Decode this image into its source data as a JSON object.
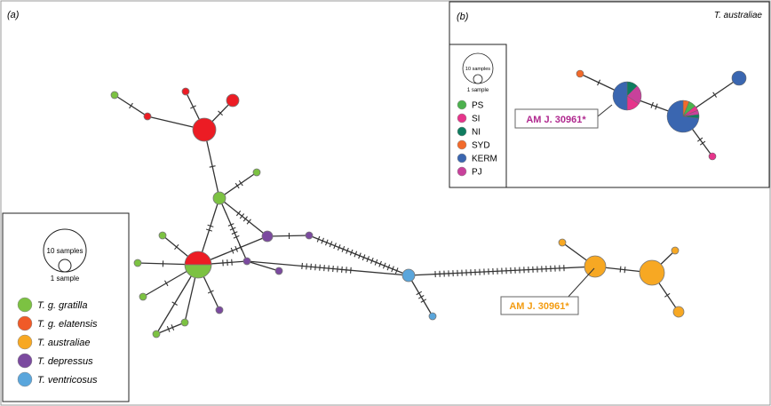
{
  "panel_a": {
    "label": "(a)",
    "scale_large": "10 samples",
    "scale_small": "1 sample",
    "legend": [
      {
        "label": "T. g. gratilla",
        "color": "#7cc242"
      },
      {
        "label": "T. g. elatensis",
        "color": "#f05a28"
      },
      {
        "label": "T. australiae",
        "color": "#f7a823"
      },
      {
        "label": "T. depressus",
        "color": "#7b4a9f"
      },
      {
        "label": "T. ventricosus",
        "color": "#5aa6dc"
      }
    ],
    "callout": "AM J. 30961*"
  },
  "panel_b": {
    "label": "(b)",
    "title": "T. australiae",
    "scale_large": "10 samples",
    "scale_small": "1 sample",
    "legend": [
      {
        "label": "PS",
        "color": "#4cb14e"
      },
      {
        "label": "SI",
        "color": "#e6348b"
      },
      {
        "label": "NI",
        "color": "#0f7c5f"
      },
      {
        "label": "SYD",
        "color": "#f26a2b"
      },
      {
        "label": "KERM",
        "color": "#3a66b0"
      },
      {
        "label": "PJ",
        "color": "#c8419b"
      }
    ],
    "callout": "AM J. 30961*"
  },
  "colors": {
    "gratilla": "#7cc242",
    "red": "#ec1c24",
    "australiae": "#f7a823",
    "depressus": "#7b4a9f",
    "ventricosus": "#5aa6dc",
    "callout_a": "#f39c12",
    "callout_b": "#b0298f"
  }
}
